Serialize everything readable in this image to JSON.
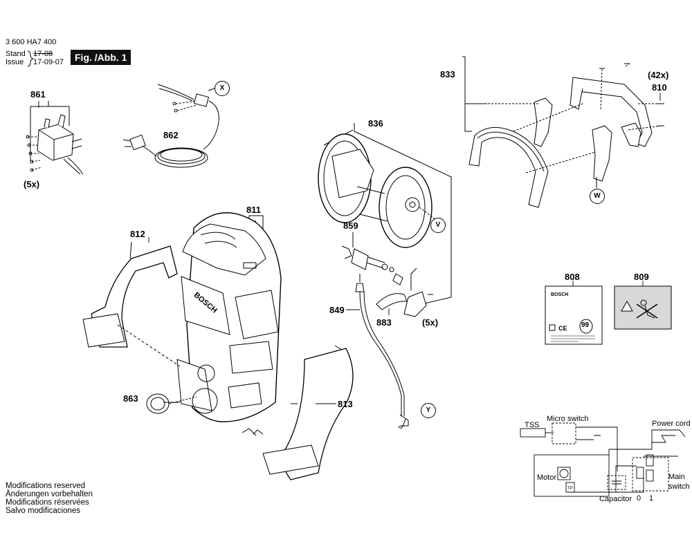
{
  "header": {
    "doc_number": "3 600 HA7 400",
    "stand_label": "Stand",
    "issue_label": "Issue",
    "old_date": "17-08",
    "date": "17-09-07",
    "figure_label": "Fig. /Abb. 1"
  },
  "parts": {
    "p861": "861",
    "p862": "862",
    "p833": "833",
    "p810": "810",
    "qty42": "(42x)",
    "p836": "836",
    "p811": "811",
    "p812": "812",
    "p859": "859",
    "p849": "849",
    "p883": "883",
    "p863": "863",
    "p813": "813",
    "p808": "808",
    "p809": "809",
    "qty5a": "(5x)",
    "qty5b": "(5x)"
  },
  "refs": {
    "x": "X",
    "v": "V",
    "w": "W",
    "y": "Y"
  },
  "brand": "BOSCH",
  "label_808": {
    "brand": "BOSCH",
    "db": "99",
    "ce": "CE"
  },
  "schematic": {
    "tss": "TSS",
    "micro_switch": "Micro switch",
    "power_cord": "Power cord",
    "motor": "Motor",
    "main_switch_l1": "Main",
    "main_switch_l2": "switch",
    "capacitor": "Capacitor",
    "pos0": "0",
    "pos1": "1",
    "tp": "TP"
  },
  "notes": [
    "Modifications reserved",
    "Änderungen vorbehalten",
    "Modifications réservées",
    "Salvo modificaciones"
  ]
}
